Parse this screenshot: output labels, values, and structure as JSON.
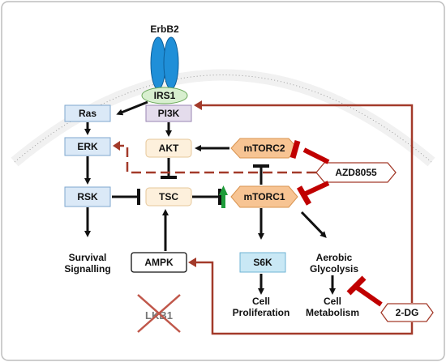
{
  "diagram": {
    "receptor": "ErbB2",
    "nodes": {
      "irs1": "IRS1",
      "ras": "Ras",
      "pi3k": "PI3K",
      "erk": "ERK",
      "akt": "AKT",
      "mtorc2": "mTORC2",
      "rsk": "RSK",
      "tsc": "TSC",
      "mtorc1": "mTORC1",
      "azd8055": "AZD8055",
      "ampk": "AMPK",
      "s6k": "S6K",
      "two_dg": "2-DG",
      "lkb1": "LKB1"
    },
    "outcomes": {
      "survival_1": "Survival",
      "survival_2": "Signalling",
      "aerobic_1": "Aerobic",
      "aerobic_2": "Glycolysis",
      "cell_prolif_1": "Cell",
      "cell_prolif_2": "Proliferation",
      "cell_metab_1": "Cell",
      "cell_metab_2": "Metabolism"
    },
    "colors": {
      "receptor": "#1f8fd8",
      "irs1_fill": "#d8efcf",
      "ras_erk_rsk_fill": "#dbe9f7",
      "pi3k_fill": "#e4dcec",
      "akt_tsc_fill": "#fdf0dc",
      "mtorc_fill": "#f7c493",
      "s6k_fill": "#c9e8f5",
      "inhibit_red": "#c00000",
      "drug_line": "#a33a2a",
      "activation_green": "#1e9c3a",
      "cross_red": "#c0574a"
    }
  }
}
